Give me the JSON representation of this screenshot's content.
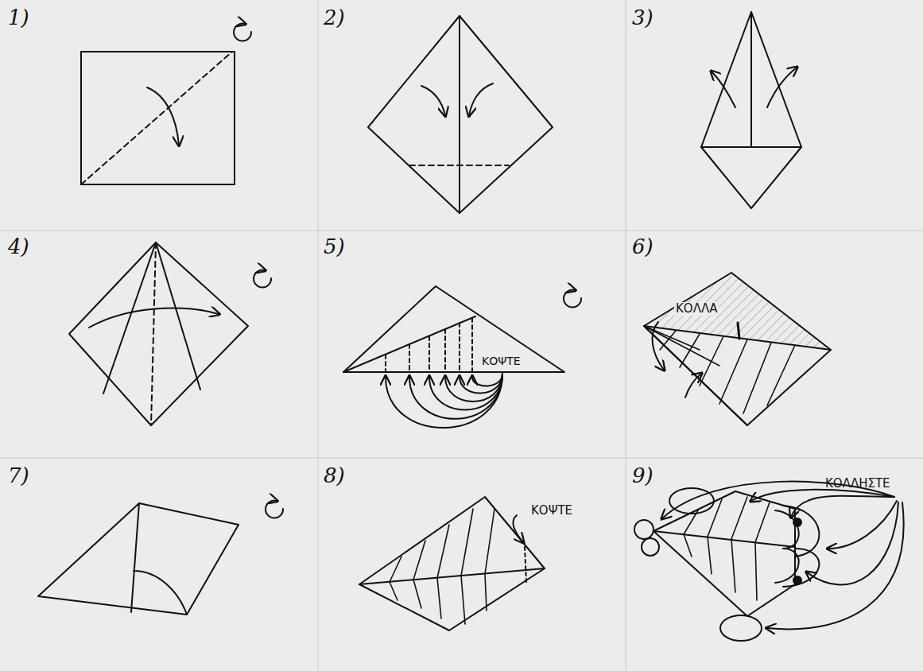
{
  "diagram": {
    "labels": [
      "1)",
      "2)",
      "3)",
      "4)",
      "5)",
      "6)",
      "7)",
      "8)",
      "9)",
      "ΚΟΨΤΕ",
      "ΚΟΛΛΑ",
      "ΚΟΨΤΕ",
      "ΚΟΛΛΗΣΤΕ"
    ]
  }
}
